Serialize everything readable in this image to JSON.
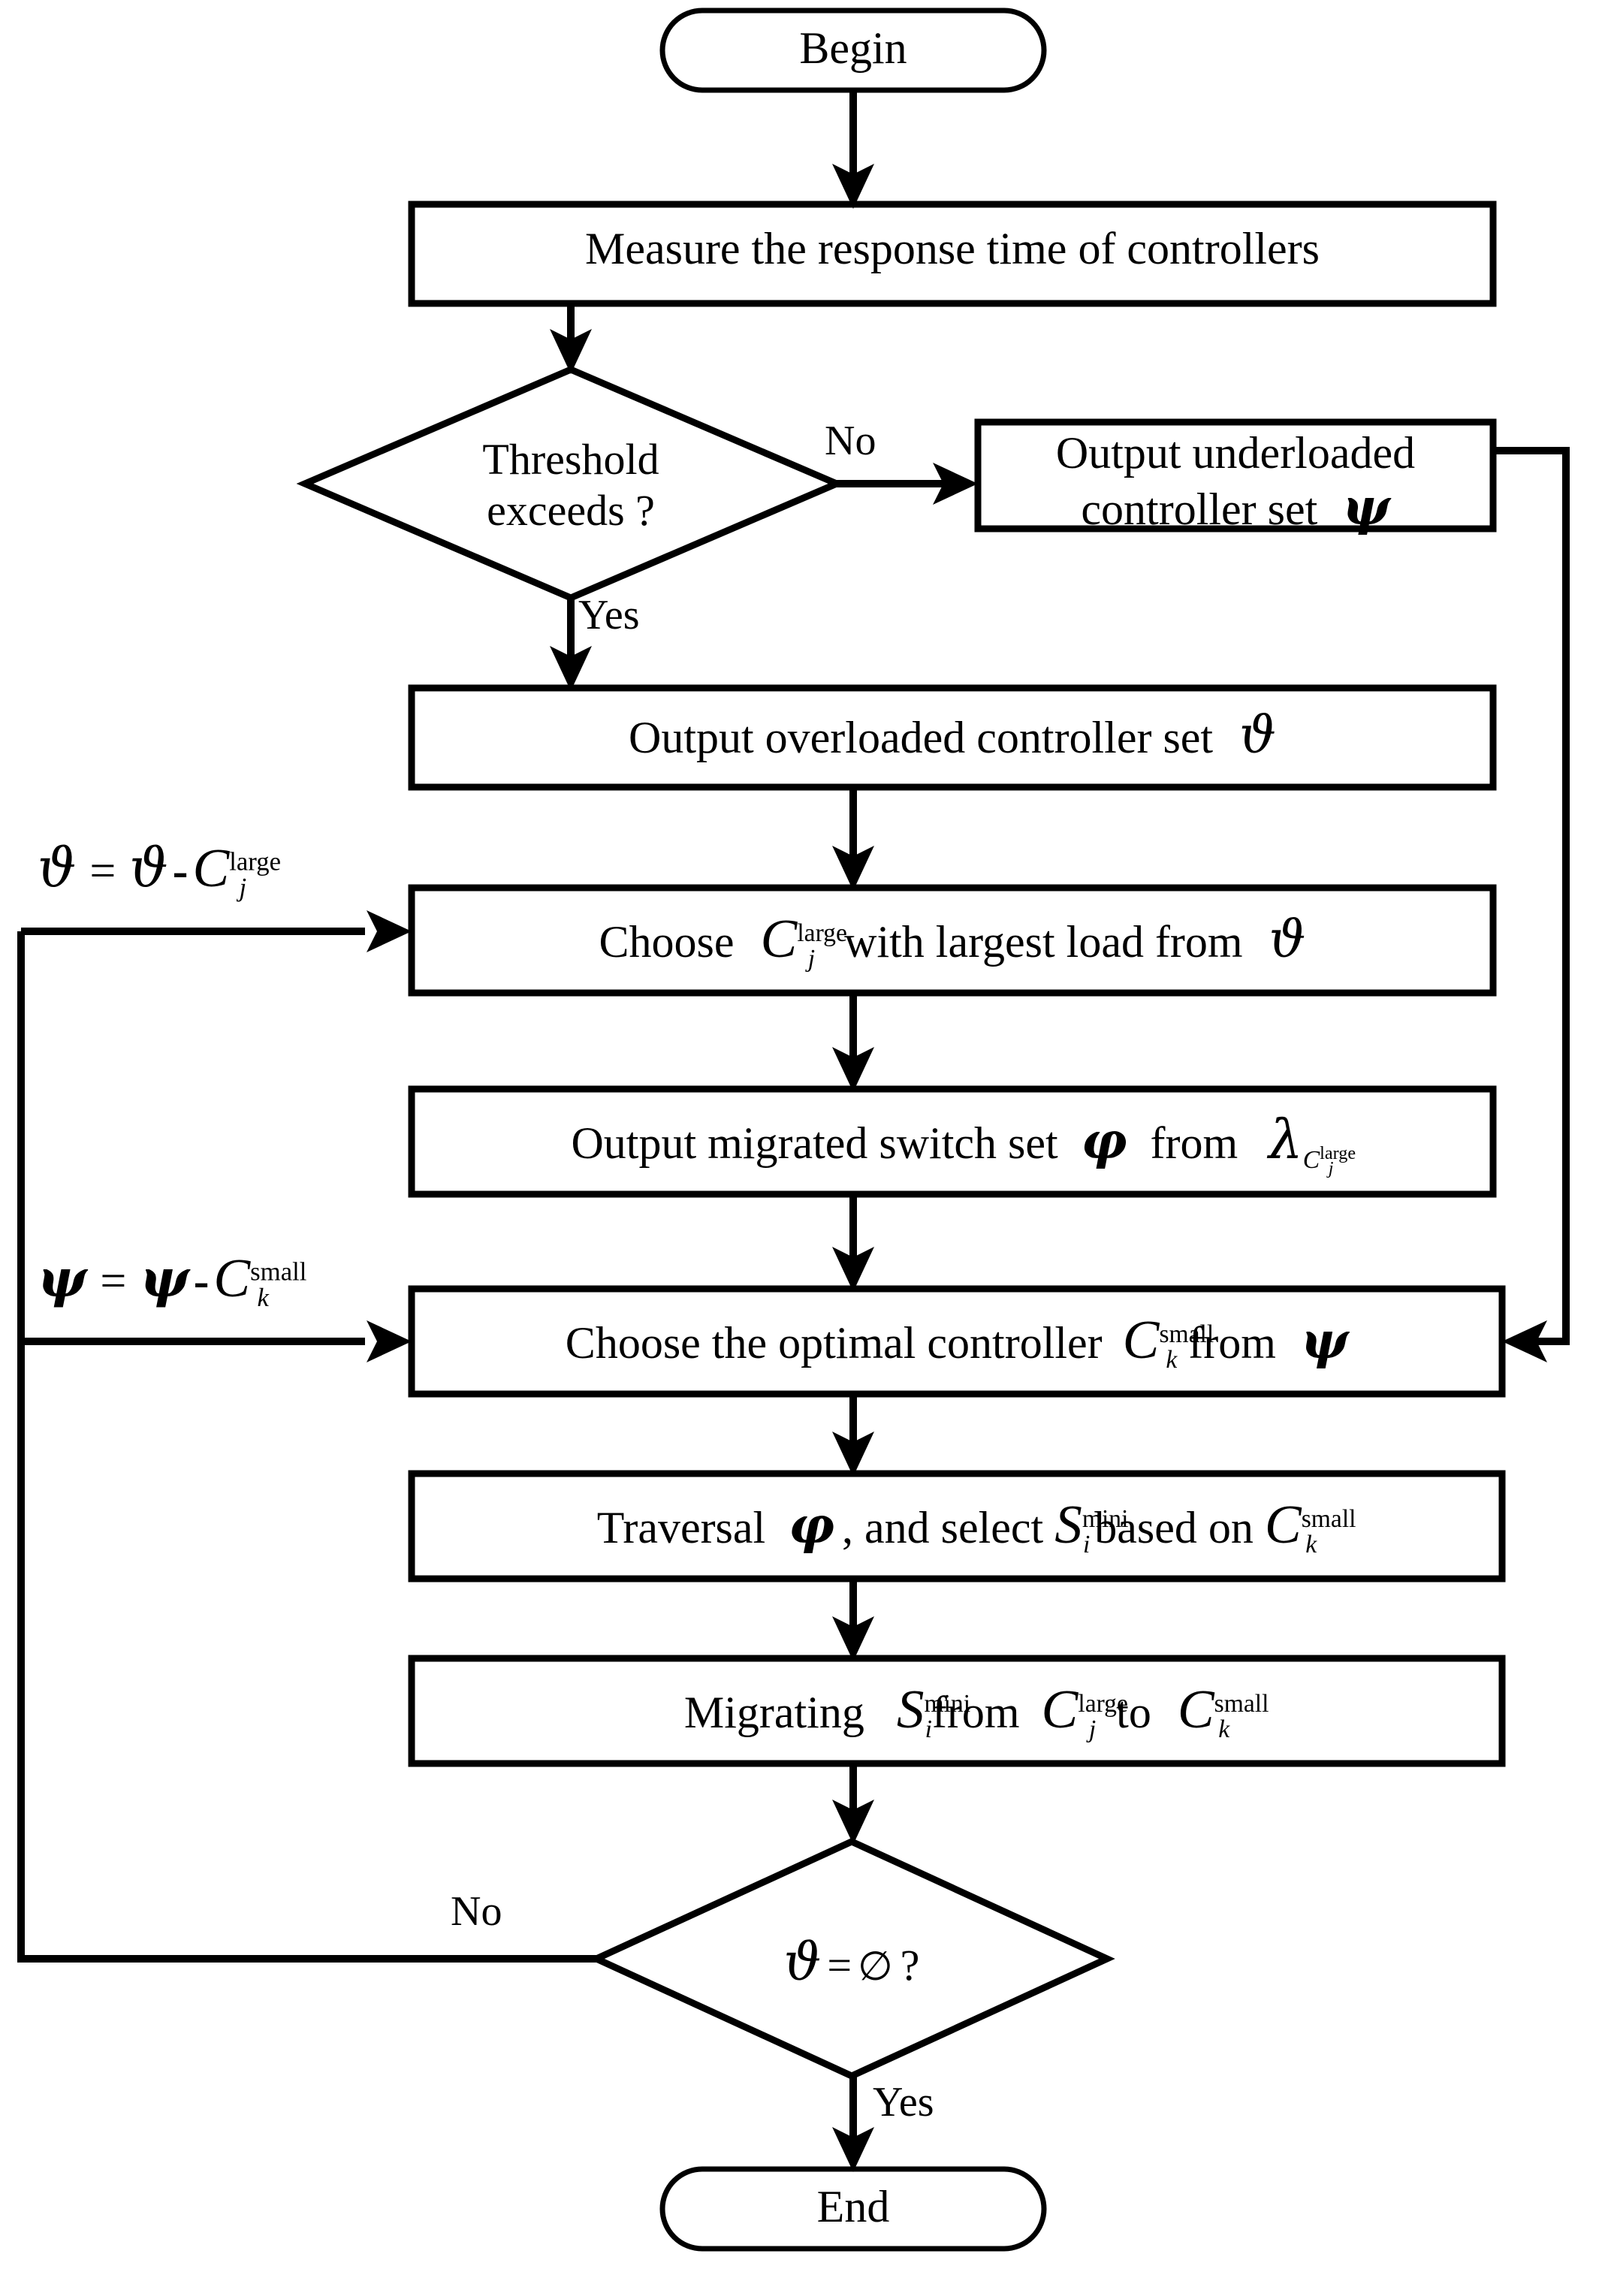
{
  "diagram": {
    "type": "flowchart",
    "title": "Controller load balancing / switch migration flowchart",
    "orientation": "top-to-bottom",
    "background": "#ffffff",
    "line_color": "#000000"
  },
  "nodes": {
    "begin": {
      "shape": "terminator",
      "label": "Begin"
    },
    "measure": {
      "shape": "process",
      "label": "Measure the response time of controllers"
    },
    "threshold": {
      "shape": "decision",
      "line1": "Threshold",
      "line2": "exceeds ?"
    },
    "underloaded": {
      "shape": "process",
      "line1": "Output underloaded",
      "line2_text": "controller set",
      "line2_symbol": "ψ"
    },
    "overloaded": {
      "shape": "process",
      "text": "Output overloaded controller set",
      "symbol": "ϑ"
    },
    "choose_large": {
      "shape": "process",
      "prefix": "Choose",
      "var_base": "C",
      "var_sub": "j",
      "var_sup": "large",
      "middle": "with largest load from",
      "symbol": "ϑ"
    },
    "migrated_switch": {
      "shape": "process",
      "prefix": "Output migrated switch set",
      "symbol": "φ",
      "middle": "from",
      "lambda": "λ",
      "lambda_sub_base": "C",
      "lambda_sub_sub": "j",
      "lambda_sub_sup": "large"
    },
    "choose_small": {
      "shape": "process",
      "prefix": "Choose the optimal controller",
      "var_base": "C",
      "var_sub": "k",
      "var_sup": "small",
      "middle": "from",
      "symbol": "ψ"
    },
    "traversal": {
      "shape": "process",
      "prefix": "Traversal",
      "symbol": "φ",
      "middle": ", and select",
      "s_base": "S",
      "s_sub": "i",
      "s_sup": "mini",
      "middle2": "based on",
      "c_base": "C",
      "c_sub": "k",
      "c_sup": "small"
    },
    "migrating": {
      "shape": "process",
      "prefix": "Migrating",
      "s_base": "S",
      "s_sub": "i",
      "s_sup": "mini",
      "middle": "from",
      "c1_base": "C",
      "c1_sub": "j",
      "c1_sup": "large",
      "middle2": "to",
      "c2_base": "C",
      "c2_sub": "k",
      "c2_sup": "small"
    },
    "empty_check": {
      "shape": "decision",
      "symbol": "ϑ",
      "equals": "=",
      "empty": "∅",
      "question": "?"
    },
    "end": {
      "shape": "terminator",
      "label": "End"
    }
  },
  "edge_labels": {
    "threshold_no": "No",
    "threshold_yes": "Yes",
    "empty_no": "No",
    "empty_yes": "Yes"
  },
  "loop_labels": {
    "theta_update": {
      "lhs": "ϑ",
      "equals": "=",
      "rhs_sym": "ϑ",
      "minus": "-",
      "var_base": "C",
      "var_sub": "j",
      "var_sup": "large"
    },
    "psi_update": {
      "lhs": "ψ",
      "equals": "=",
      "rhs_sym": "ψ",
      "minus": "-",
      "var_base": "C",
      "var_sub": "k",
      "var_sup": "small"
    }
  }
}
